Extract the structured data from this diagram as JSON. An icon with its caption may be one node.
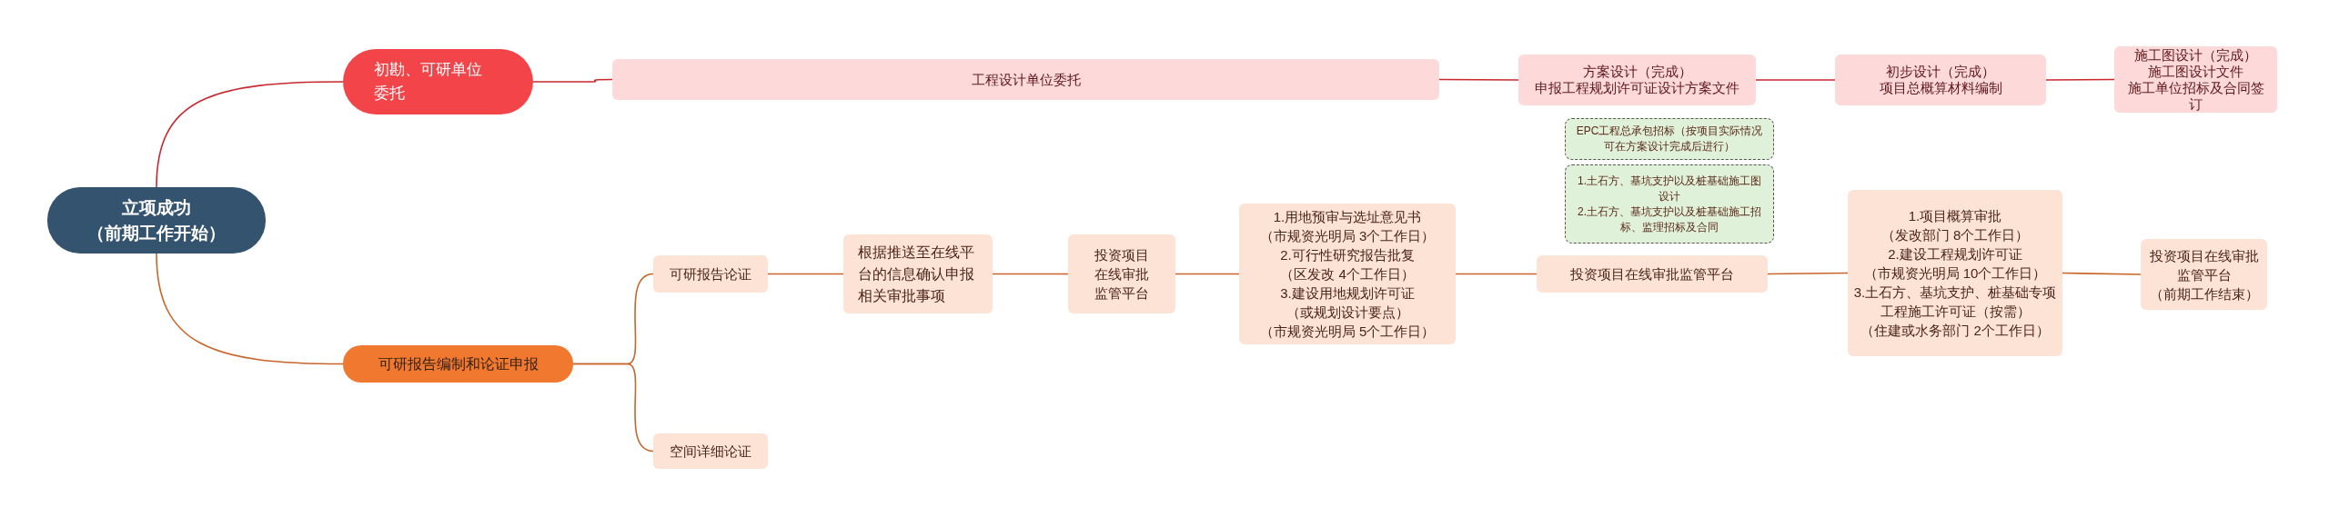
{
  "diagram": {
    "nodes": [
      {
        "text": [
          "立项成功",
          "（前期工作开始）"
        ]
      },
      {
        "text": [
          "初勘、可研单位委托"
        ]
      },
      {
        "text": [
          "工程设计单位委托"
        ]
      },
      {
        "text": [
          "方案设计（完成）",
          "申报工程规划许可证设计方案文件"
        ]
      },
      {
        "text": [
          "初步设计（完成）",
          "项目总概算材料编制"
        ]
      },
      {
        "text": [
          "施工图设计（完成）",
          "施工图设计文件",
          "施工单位招标及合同签订"
        ]
      },
      {
        "text": [
          "可研报告编制和论证申报"
        ]
      },
      {
        "text": [
          "EPC工程总承包招标（按项目实际情况可在方案设计完成后进行）"
        ]
      },
      {
        "text": [
          "1.土石方、基坑支护以及桩基础施工图设计",
          "2.土石方、基坑支护以及桩基础施工招标、监理招标及合同"
        ]
      },
      {
        "text": [
          "可研报告论证"
        ]
      },
      {
        "text": [
          "根据推送至在线平台的信息确认申报相关审批事项"
        ]
      },
      {
        "text": [
          "投资项目在线审批监管平台"
        ]
      },
      {
        "text": [
          "1.用地预审与选址意见书",
          "（市规资光明局 3个工作日）",
          "2.可行性研究报告批复",
          "（区发改 4个工作日）",
          "3.建设用地规划许可证",
          "（或规划设计要点）",
          "（市规资光明局 5个工作日）"
        ]
      },
      {
        "text": [
          "投资项目在线审批监管平台"
        ]
      },
      {
        "text": [
          "1.项目概算审批",
          "（发改部门 8个工作日）",
          "2.建设工程规划许可证",
          "（市规资光明局 10个工作日）",
          "3.土石方、基坑支护、桩基础专项工程施工许可证（按需）",
          "（住建或水务部门 2个工作日）"
        ]
      },
      {
        "text": [
          "投资项目在线审批监管平台",
          "（前期工作结束）"
        ]
      },
      {
        "text": [
          "空间详细论证"
        ]
      }
    ],
    "edges": [
      {
        "from": 0,
        "to": 1,
        "arrow": "none",
        "color": "#c9282f"
      },
      {
        "from": 1,
        "to": 2,
        "arrow": "none",
        "color": "#c9282f"
      },
      {
        "from": 2,
        "to": 3,
        "arrow": "none",
        "color": "#c9282f"
      },
      {
        "from": 3,
        "to": 4,
        "arrow": "none",
        "color": "#c9282f"
      },
      {
        "from": 4,
        "to": 5,
        "arrow": "none",
        "color": "#c9282f"
      },
      {
        "from": 0,
        "to": 6,
        "arrow": "none"
      },
      {
        "from": 6,
        "to": 9,
        "arrow": "none"
      },
      {
        "from": 6,
        "to": 16,
        "arrow": "none"
      },
      {
        "from": 9,
        "to": 10,
        "arrow": "none"
      },
      {
        "from": 10,
        "to": 11,
        "arrow": "none"
      },
      {
        "from": 11,
        "to": 12,
        "arrow": "none"
      },
      {
        "from": 12,
        "to": 13,
        "arrow": "none"
      },
      {
        "from": 13,
        "to": 14,
        "arrow": "none"
      },
      {
        "from": 14,
        "to": 15,
        "arrow": "none"
      }
    ]
  }
}
